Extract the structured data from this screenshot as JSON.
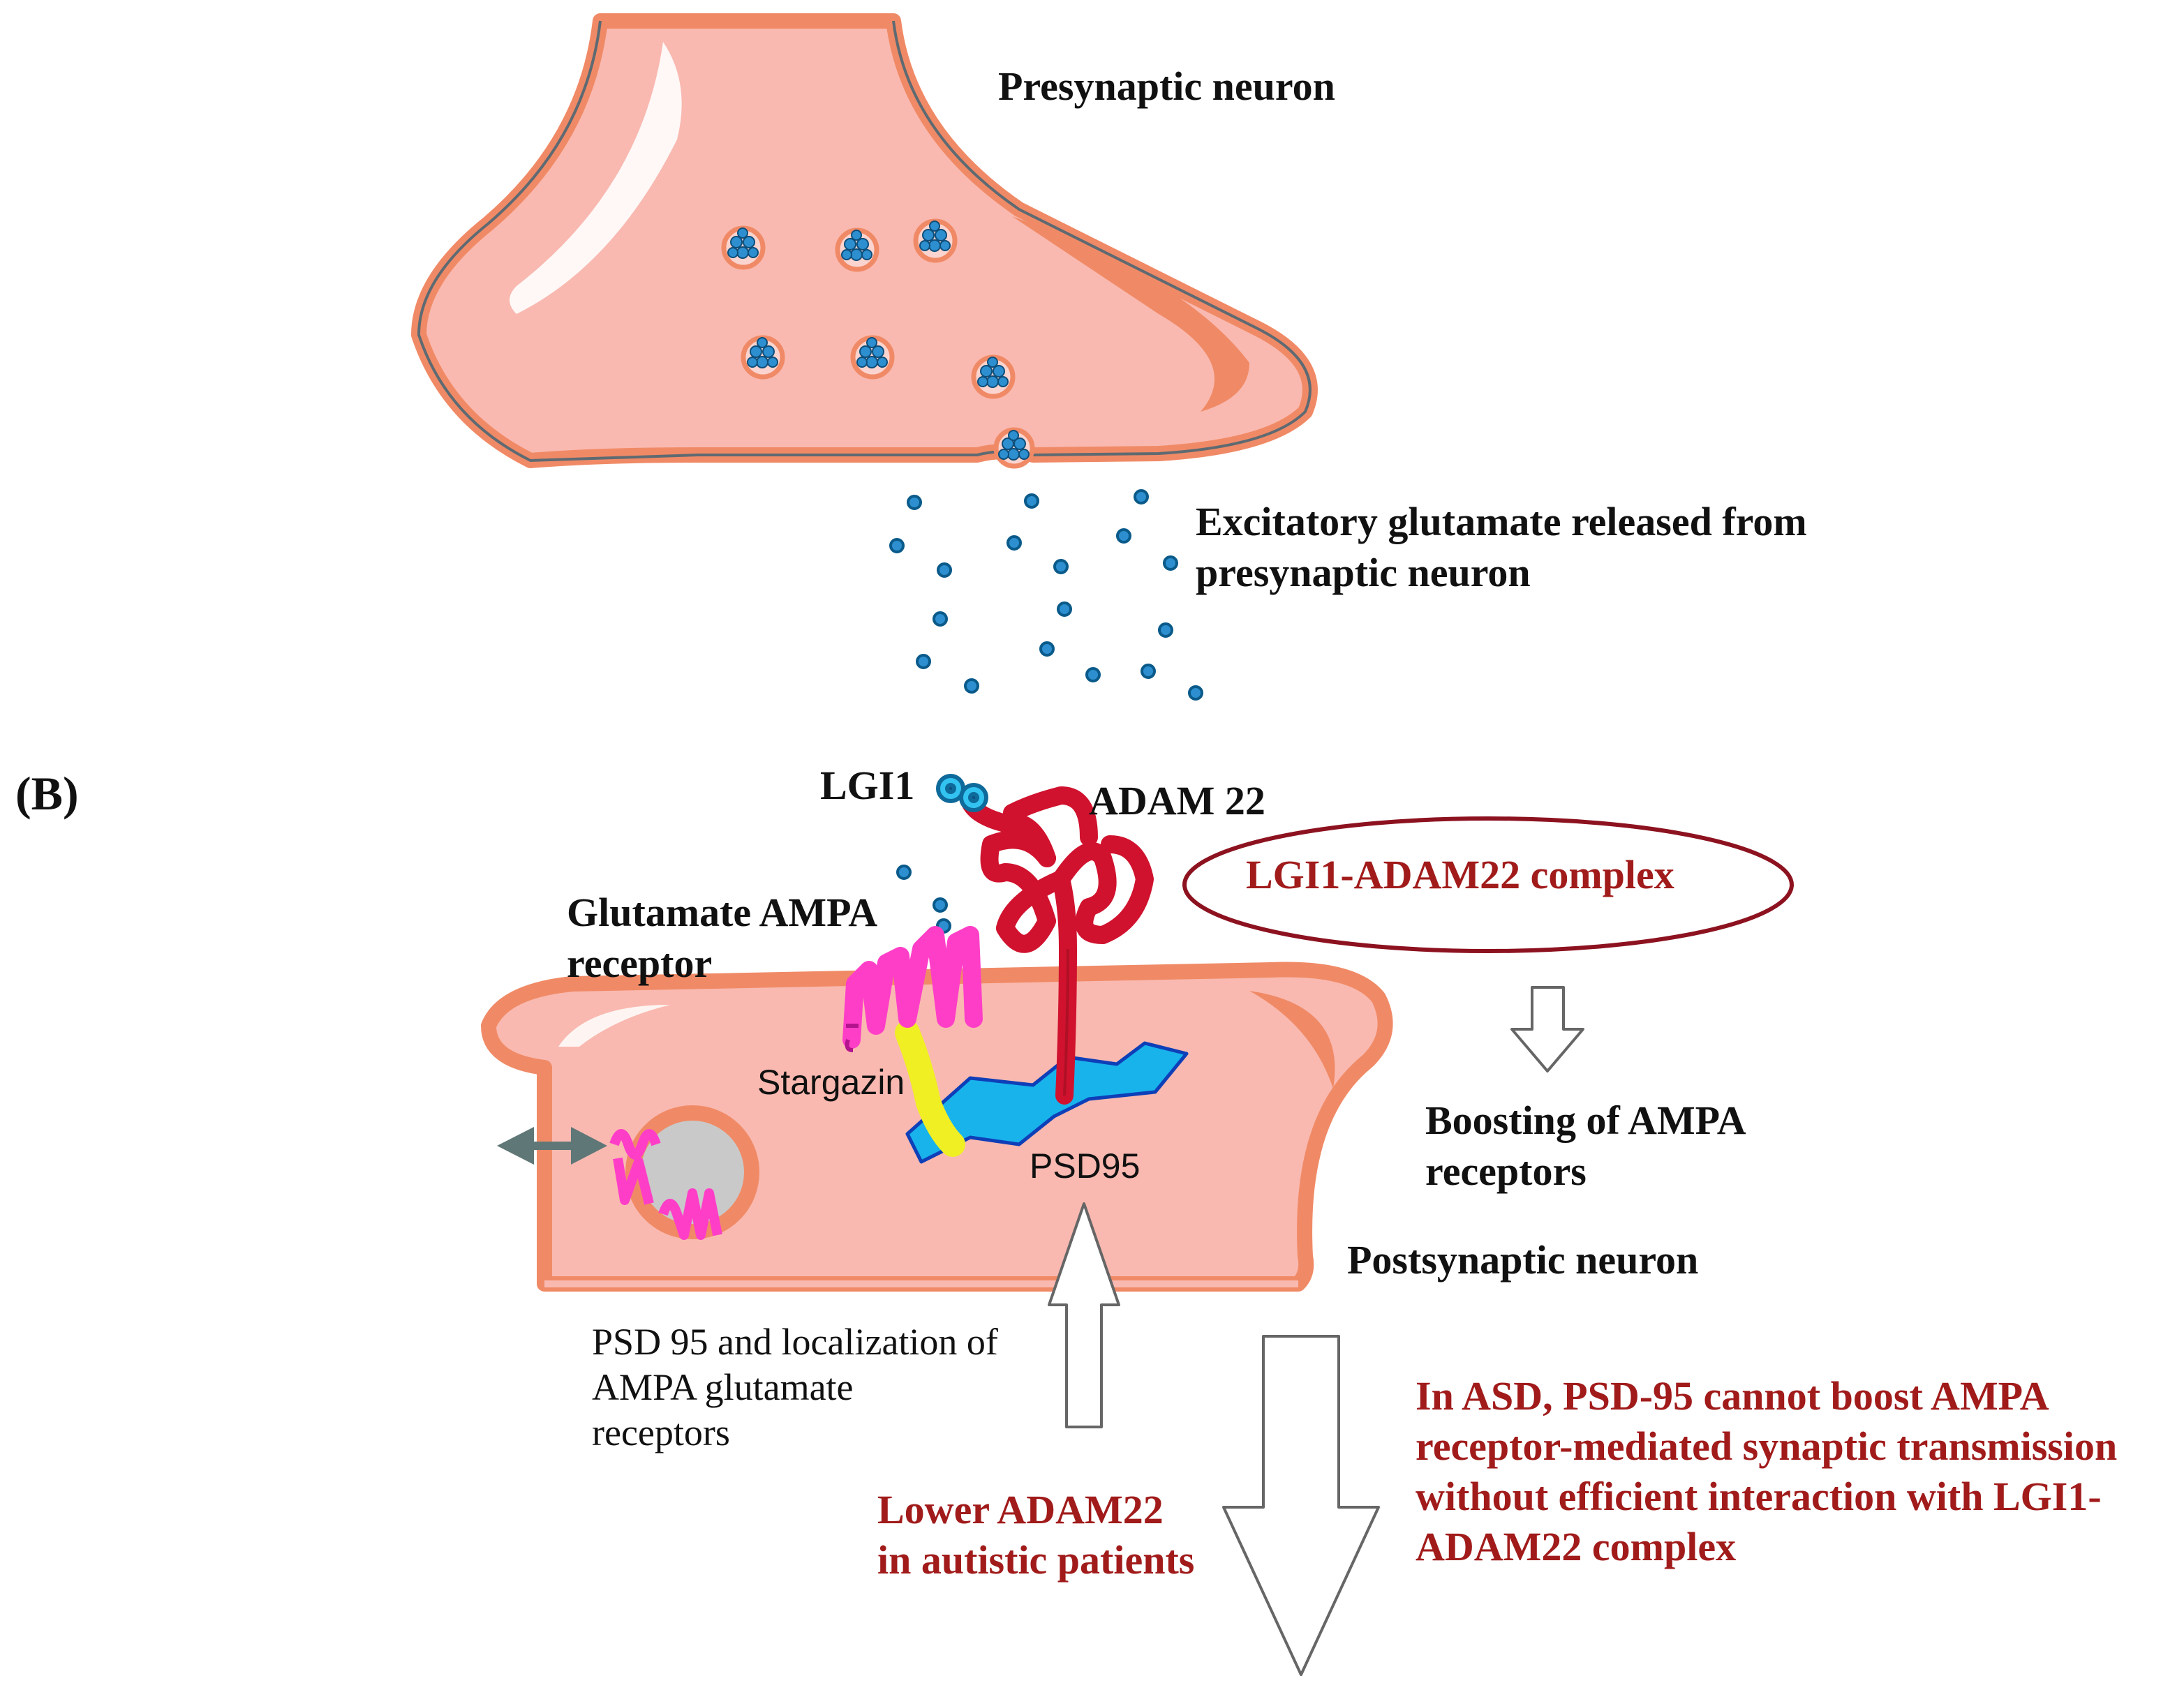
{
  "panel_label": "(B)",
  "labels": {
    "presynaptic": "Presynaptic neuron",
    "glutamate_release": [
      "Excitatory glutamate released from",
      "presynaptic neuron"
    ],
    "lgi1": "LGI1",
    "adam22": "ADAM 22",
    "complex": "LGI1-ADAM22 complex",
    "ampa_receptor": [
      "Glutamate AMPA",
      "receptor"
    ],
    "stargazin": "Stargazin",
    "psd95": "PSD95",
    "boosting": [
      "Boosting of AMPA",
      "receptors"
    ],
    "postsynaptic": "Postsynaptic neuron",
    "psd95_localization": [
      "PSD 95 and localization of",
      "AMPA glutamate",
      "receptors"
    ],
    "lower_adam22": [
      "Lower ADAM22",
      "in autistic patients"
    ],
    "asd_note": [
      "In ASD, PSD-95 cannot boost AMPA",
      "receptor-mediated synaptic transmission",
      "without efficient interaction with LGI1-",
      "ADAM22 complex"
    ]
  },
  "colors": {
    "membrane": "#f08a66",
    "cytoplasm": "#f9b9b0",
    "vesicle_dot": "#2d8fcf",
    "adam22": "#d0122e",
    "ampa_receptor": "#ff3ec8",
    "stargazin": "#f0ef23",
    "psd95": "#19b3ec",
    "red_text": "#a11b1b"
  },
  "icons": [
    "vesicle-icon",
    "glutamate-dot-icon",
    "double-arrow-icon",
    "hollow-arrow-icon"
  ]
}
